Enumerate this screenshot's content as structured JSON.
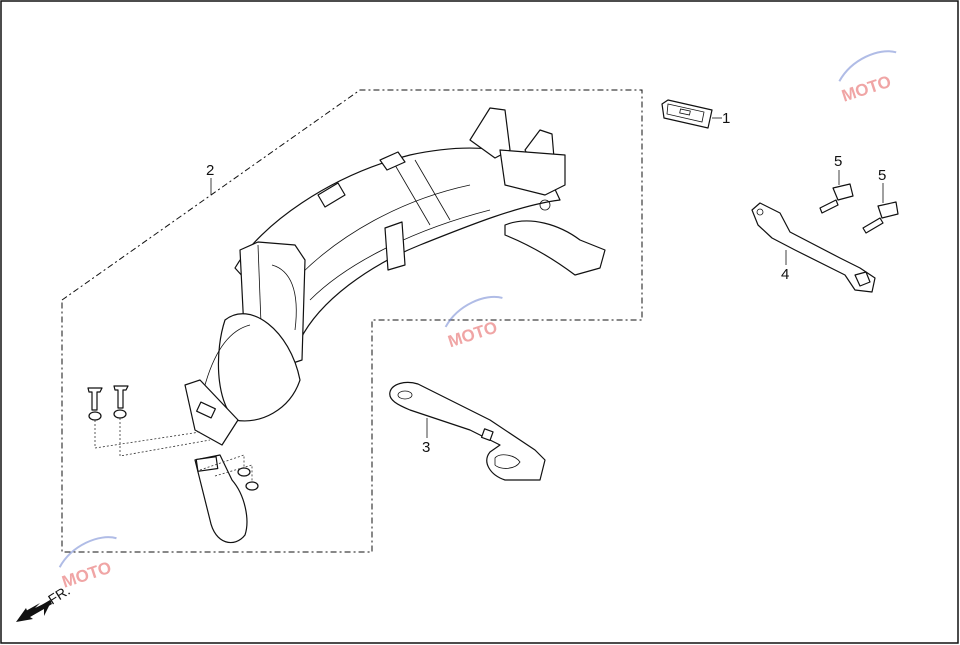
{
  "diagram": {
    "callouts": [
      {
        "id": "1",
        "label": "1"
      },
      {
        "id": "2",
        "label": "2"
      },
      {
        "id": "3",
        "label": "3"
      },
      {
        "id": "4",
        "label": "4"
      },
      {
        "id": "5a",
        "label": "5"
      },
      {
        "id": "5b",
        "label": "5"
      }
    ],
    "direction_label": "FR.",
    "watermark_text": "MOTO"
  },
  "colors": {
    "line": "#111111",
    "watermark": "#e35b5b",
    "watermark_swoosh": "#7b8fd6"
  }
}
